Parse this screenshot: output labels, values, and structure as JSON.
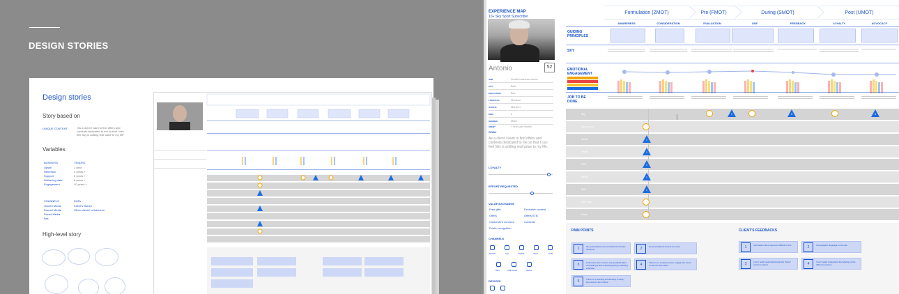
{
  "left": {
    "heading": "DESIGN STORIES",
    "board": {
      "title": "Design stories",
      "story_based_on": "Story based on",
      "unique_content_label": "UNIQUE CONTENT",
      "unique_content_quote": "\"As a client I want to find offers and contents dedicated to me so that I can feel Sky is adding real value to my life\"",
      "variables": "Variables",
      "business_label": "BUSINESS",
      "business_items": [
        "Upsell",
        "Retention",
        "Support",
        "Gathering data",
        "Engagement"
      ],
      "tenure_label": "TENURE",
      "tenure_items": [
        "1 year",
        "2 years +",
        "5 years +",
        "8 years +",
        "10 years +"
      ],
      "channels_label": "CHANNELS",
      "channels_items": [
        "Owned Media",
        "Earned Media",
        "Paced Media",
        "Bsk"
      ],
      "data_label": "DATA",
      "data_items": [
        "Client's history",
        "Other clients' behaviours"
      ],
      "high_level_story": "High-level story"
    }
  },
  "profile": {
    "title": "EXPERIENCE MAP",
    "subtitle": "10+ Sky Sport Subscriber",
    "name": "Antonio",
    "age_label": "AGE",
    "age": "52",
    "fields": [
      {
        "k": "JOB",
        "v": "Small business owner"
      },
      {
        "k": "CITY",
        "v": "Bari"
      },
      {
        "k": "EDUCATION",
        "v": "Bsc"
      },
      {
        "k": "LOOKS AS",
        "v": "Medium"
      },
      {
        "k": "STATUS",
        "v": "Married"
      },
      {
        "k": "KIDS",
        "v": "2"
      },
      {
        "k": "GENDER",
        "v": "Male"
      },
      {
        "k": "SPENT",
        "v": "? euro per month"
      }
    ],
    "goal_label": "GOAL",
    "goal_text": "As a client I want to find offers and contents dedicated to me so that I can feel Sky is adding real value to my life.",
    "loyalty_label": "LOYALTY",
    "effort_label": "EFFORT REQUESTED",
    "value_exchange_label": "VALUE EXCHANGE",
    "value_exchange": [
      "Free gifts",
      "Exclusive content",
      "Offers",
      "Offers STB",
      "Customer's services",
      "Contents",
      "Public recognition"
    ],
    "channels_label": "CHANNELS",
    "channels": [
      "ECOM",
      "App",
      "Mobile",
      "Sky.it",
      "STB",
      "Mail",
      "Call centre",
      "Shops"
    ],
    "devices_label": "DEVICES"
  },
  "map": {
    "phases": [
      "Formulation (ZMOT)",
      "Pre (FMOT)",
      "During (SMOT)",
      "Post (UMOT)"
    ],
    "sub_phases": [
      "AWARENESS",
      "CONSIDERATION",
      "EVALUATION",
      "USE",
      "FEEDBACK",
      "LOYALTY",
      "ADVOCACY"
    ],
    "rows": [
      "GUIDING PRINCIPLES",
      "SKY",
      "EMOTIONAL ENGAGEMENT",
      "JOB TO BE DONE"
    ],
    "channels": [
      "Sky",
      "My account",
      "Social",
      "Phone",
      "STB",
      "MOBI",
      "Mail",
      "Sky+ app",
      "Home"
    ],
    "pain_points_label": "PAIN POINTS",
    "pain_points": [
      {
        "n": "1",
        "t": "No personalised communications for basic channels"
      },
      {
        "n": "2",
        "t": "No personalised content for users"
      },
      {
        "n": "3",
        "t": "Customers don't receive any feedback after completing a task requesting Sky by ordering a service"
      },
      {
        "n": "4",
        "t": "There is no content tools to engage the users to commit their offers"
      },
      {
        "n": "5",
        "t": "There is no tracking functionality to keep informed on the content"
      }
    ],
    "feedback_label": "CLIENT'S FEEDBACKS",
    "feedbacks": [
      {
        "n": "1",
        "t": "Information about layout is difficult to find"
      },
      {
        "n": "2",
        "t": "Iconographic language on the site"
      },
      {
        "n": "3",
        "t": "I don't really understand what the \"Extra\" section is about"
      },
      {
        "n": "4",
        "t": "I don't really understand the labeling of the different sections"
      }
    ]
  }
}
